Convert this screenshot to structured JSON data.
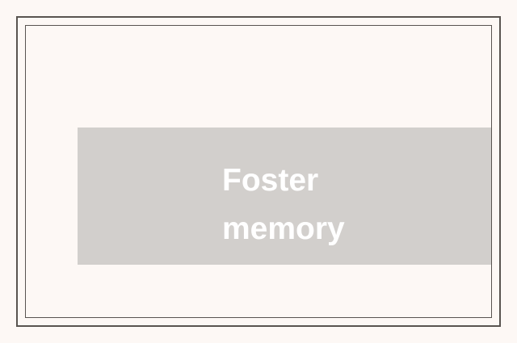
{
  "page": {
    "background_color": "#fdf8f5",
    "border_color": "#595450"
  },
  "card": {
    "banner": {
      "background_color": "#d2cfcc",
      "text_color": "#ffffff",
      "lines": [
        {
          "text": "Foster"
        },
        {
          "text": "memory"
        }
      ],
      "full_text": "Foster memory"
    }
  }
}
